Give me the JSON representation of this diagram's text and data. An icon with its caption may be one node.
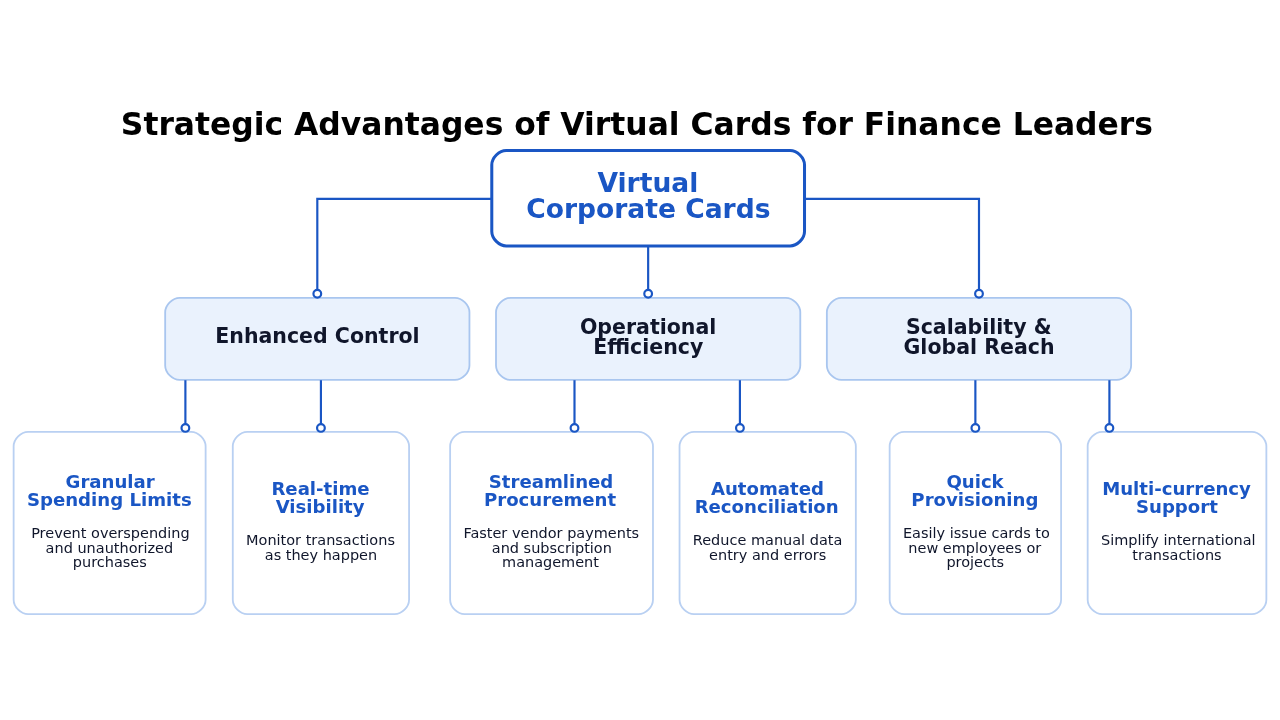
{
  "diagram": {
    "title": "Strategic Advantages of Virtual Cards for Finance Leaders",
    "nodes": [
      {
        "text": [
          "Virtual Corporate Cards"
        ]
      },
      {
        "text": [
          "Enhanced Control"
        ]
      },
      {
        "text": [
          "Operational Efficiency"
        ]
      },
      {
        "text": [
          "Scalability & Global Reach"
        ]
      },
      {
        "text": [
          "Granular Spending Limits",
          "Prevent overspending and unauthorized purchases"
        ]
      },
      {
        "text": [
          "Real-time Visibility",
          "Monitor transactions as they happen"
        ]
      },
      {
        "text": [
          "Streamlined Procurement",
          "Faster vendor payments and subscription management"
        ]
      },
      {
        "text": [
          "Automated Reconciliation",
          "Reduce manual data entry and errors"
        ]
      },
      {
        "text": [
          "Quick Provisioning",
          "Easily issue cards to new employees or projects"
        ]
      },
      {
        "text": [
          "Multi-currency Support",
          "Simplify international transactions"
        ]
      }
    ],
    "edges": [
      {
        "from": 0,
        "to": 1,
        "arrow": "other"
      },
      {
        "from": 0,
        "to": 2,
        "arrow": "other"
      },
      {
        "from": 0,
        "to": 3,
        "arrow": "other"
      },
      {
        "from": 1,
        "to": 4,
        "arrow": "other"
      },
      {
        "from": 1,
        "to": 5,
        "arrow": "other"
      },
      {
        "from": 2,
        "to": 6,
        "arrow": "other"
      },
      {
        "from": 2,
        "to": 7,
        "arrow": "other"
      },
      {
        "from": 3,
        "to": 8,
        "arrow": "other"
      },
      {
        "from": 3,
        "to": 9,
        "arrow": "other"
      }
    ]
  }
}
